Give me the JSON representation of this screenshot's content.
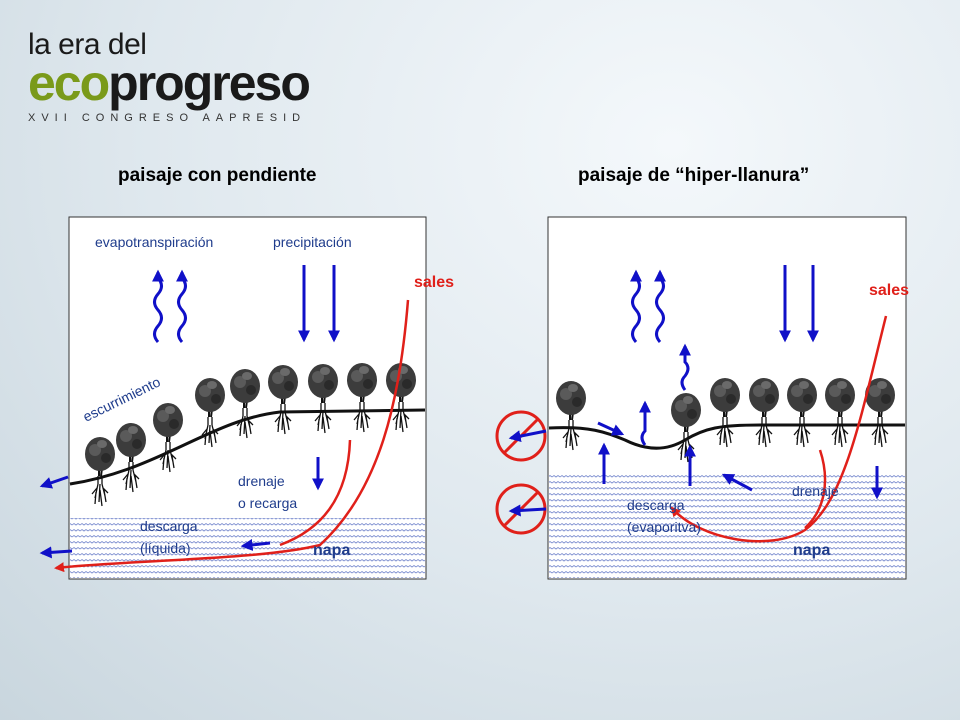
{
  "logo": {
    "line1": "la era del",
    "line2_a": "eco",
    "line2_b": "progreso",
    "subtitle": "XVII CONGRESO AAPRESID"
  },
  "left_panel": {
    "title": "paisaje con pendiente",
    "labels": {
      "evapotranspiracion": "evapotranspiración",
      "precipitacion": "precipitación",
      "sales": "sales",
      "escurrimiento": "escurrimiento",
      "drenaje_1": "drenaje",
      "drenaje_2": "o recarga",
      "descarga_1": "descarga",
      "descarga_2": "(líquida)",
      "napa": "napa"
    }
  },
  "right_panel": {
    "title": "paisaje de “hiper-llanura”",
    "labels": {
      "sales": "sales",
      "drenaje": "drenaje",
      "descarga_1": "descarga",
      "descarga_2": "(evaporitva)",
      "napa": "napa"
    }
  },
  "colors": {
    "arrow_blue": "#1010c8",
    "red": "#e0201a",
    "water": "#6a7fc4",
    "label_blue": "#1f3c8c"
  }
}
